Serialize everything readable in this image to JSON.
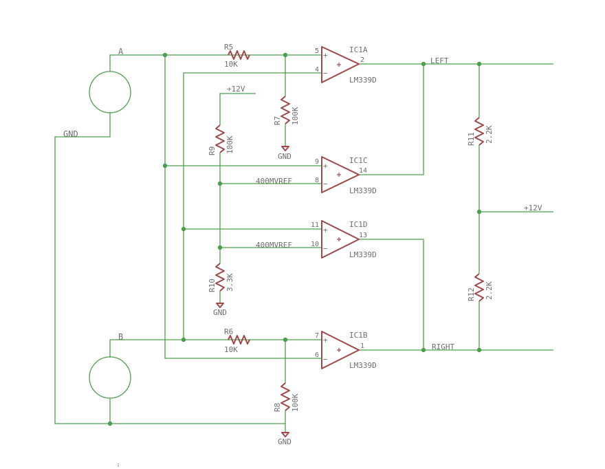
{
  "sources": {
    "a_label": "A",
    "b_label": "B",
    "gnd_label": "GND"
  },
  "resistors": {
    "r5": {
      "name": "R5",
      "value": "10K"
    },
    "r6": {
      "name": "R6",
      "value": "10K"
    },
    "r7": {
      "name": "R7",
      "value": "100K"
    },
    "r8": {
      "name": "R8",
      "value": "100K"
    },
    "r9": {
      "name": "R9",
      "value": "100K"
    },
    "r10": {
      "name": "R10",
      "value": "3.3K"
    },
    "r11": {
      "name": "R11",
      "value": "2.2K"
    },
    "r12": {
      "name": "R12",
      "value": "2.2K"
    }
  },
  "comparators": {
    "ic1a": {
      "name": "IC1A",
      "part": "LM339D",
      "pin_plus": "5",
      "pin_minus": "4",
      "pin_out": "2"
    },
    "ic1c": {
      "name": "IC1C",
      "part": "LM339D",
      "pin_plus": "9",
      "pin_minus": "8",
      "pin_out": "14"
    },
    "ic1d": {
      "name": "IC1D",
      "part": "LM339D",
      "pin_plus": "11",
      "pin_minus": "10",
      "pin_out": "13"
    },
    "ic1b": {
      "name": "IC1B",
      "part": "LM339D",
      "pin_plus": "7",
      "pin_minus": "6",
      "pin_out": "1"
    }
  },
  "nets": {
    "left": "LEFT",
    "right": "RIGHT",
    "plus12_top": "+12V",
    "plus12_right": "+12V",
    "vref_c": "400MVREF",
    "vref_d": "400MVREF",
    "gnd_r7": "GND",
    "gnd_r10": "GND",
    "gnd_bottom": "GND"
  },
  "symbols": {
    "plus": "+",
    "minus": "−"
  },
  "colors": {
    "wire": "#4aa04a",
    "part": "#a04848",
    "label": "#6e6e6e"
  }
}
